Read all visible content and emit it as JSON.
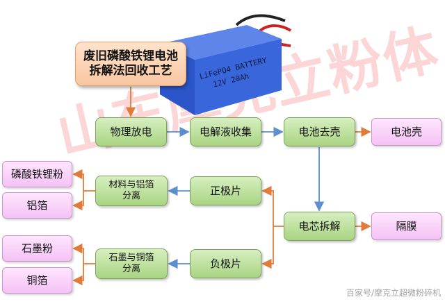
{
  "watermark": "山东摩克立粉体",
  "corner_mark": "百家号/摩克立超微粉碎机",
  "battery": {
    "label_line1": "LiFePO4 BATTERY",
    "label_line2": "12V  20Ah"
  },
  "title": {
    "line1": "废旧磷酸铁锂电池",
    "line2": "拆解法回收工艺"
  },
  "steps": {
    "discharge": "物理放电",
    "electrolyte": "电解液收集",
    "shell_removal": "电池去壳",
    "cell_disassembly": "电芯拆解",
    "positive": "正极片",
    "negative": "负极片",
    "sep_al": {
      "line1": "材料与铝箔",
      "line2": "分离"
    },
    "sep_cu": {
      "line1": "石墨与铜箔",
      "line2": "分离"
    }
  },
  "products": {
    "shell": "电池壳",
    "separator": "隔膜",
    "lfp_powder": "磷酸铁锂粉",
    "al_foil": "铝箔",
    "graphite_powder": "石墨粉",
    "cu_foil": "铜箔"
  },
  "colors": {
    "process_fill": "#a9d483",
    "product_fill": "#f4c2f4",
    "title_fill": "#f8c6a0",
    "arrow_blue": "#5b8fd0",
    "arrow_orange": "#e07b3a",
    "battery_blue": "#2f5fd6"
  }
}
